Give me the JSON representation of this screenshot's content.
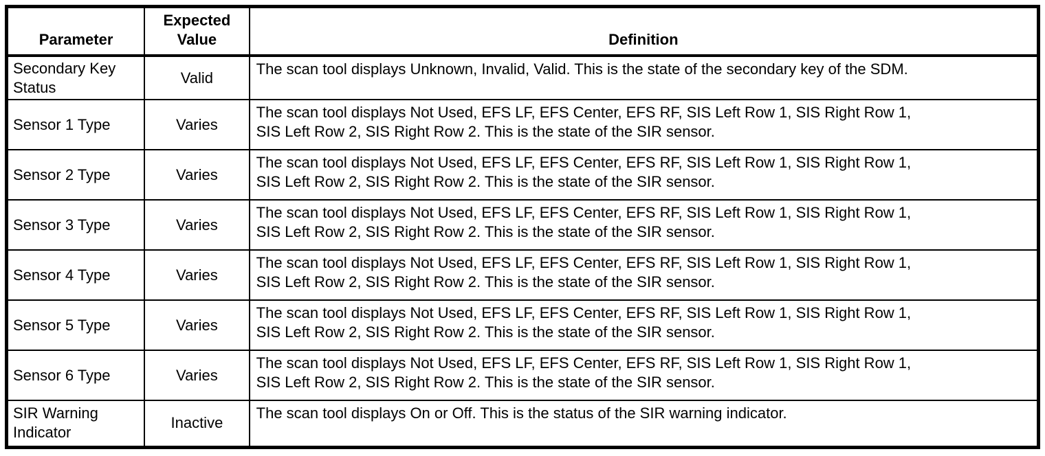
{
  "table": {
    "headers": {
      "parameter": "Parameter",
      "expected_value": "Expected\nValue",
      "definition": "Definition"
    },
    "rows": [
      {
        "parameter": "Secondary Key\nStatus",
        "expected": "Valid",
        "definition": "The scan tool displays Unknown, Invalid, Valid. This is the state of the secondary key of the SDM."
      },
      {
        "parameter": "Sensor 1 Type",
        "expected": "Varies",
        "definition": "The scan tool displays Not Used, EFS LF, EFS Center, EFS RF, SIS Left Row 1, SIS Right Row 1,\nSIS Left Row 2, SIS Right Row 2. This is the state of the SIR sensor."
      },
      {
        "parameter": "Sensor 2 Type",
        "expected": "Varies",
        "definition": "The scan tool displays Not Used, EFS LF, EFS Center, EFS RF, SIS Left Row 1, SIS Right Row 1,\nSIS Left Row 2, SIS Right Row 2. This is the state of the SIR sensor."
      },
      {
        "parameter": "Sensor 3 Type",
        "expected": "Varies",
        "definition": "The scan tool displays Not Used, EFS LF, EFS Center, EFS RF, SIS Left Row 1, SIS Right Row 1,\nSIS Left Row 2, SIS Right Row 2. This is the state of the SIR sensor."
      },
      {
        "parameter": "Sensor 4 Type",
        "expected": "Varies",
        "definition": "The scan tool displays Not Used, EFS LF, EFS Center, EFS RF, SIS Left Row 1, SIS Right Row 1,\nSIS Left Row 2, SIS Right Row 2. This is the state of the SIR sensor."
      },
      {
        "parameter": "Sensor 5 Type",
        "expected": "Varies",
        "definition": "The scan tool displays Not Used, EFS LF, EFS Center, EFS RF, SIS Left Row 1, SIS Right Row 1,\nSIS Left Row 2, SIS Right Row 2. This is the state of the SIR sensor."
      },
      {
        "parameter": "Sensor 6 Type",
        "expected": "Varies",
        "definition": "The scan tool displays Not Used, EFS LF, EFS Center, EFS RF, SIS Left Row 1, SIS Right Row 1,\nSIS Left Row 2, SIS Right Row 2. This is the state of the SIR sensor."
      },
      {
        "parameter": "SIR Warning\nIndicator",
        "expected": "Inactive",
        "definition": "The scan tool displays On or Off. This is the status of the SIR warning indicator."
      }
    ],
    "colors": {
      "border": "#000000",
      "text": "#000000",
      "background": "#ffffff"
    }
  }
}
